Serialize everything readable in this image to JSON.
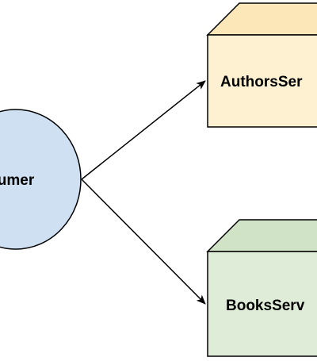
{
  "nodes": {
    "consumer": {
      "label": "umer",
      "fill": "#cfe0f3",
      "stroke": "#000000"
    },
    "authors": {
      "label": "AuthorsSer",
      "front_fill": "#fdf1d1",
      "top_fill": "#fbe7b8",
      "stroke": "#000000"
    },
    "books": {
      "label": "BooksServ",
      "front_fill": "#dfecd7",
      "top_fill": "#d1e3c6",
      "stroke": "#000000"
    }
  },
  "edges": [
    {
      "from": "consumer",
      "to": "authors"
    },
    {
      "from": "consumer",
      "to": "books"
    }
  ]
}
